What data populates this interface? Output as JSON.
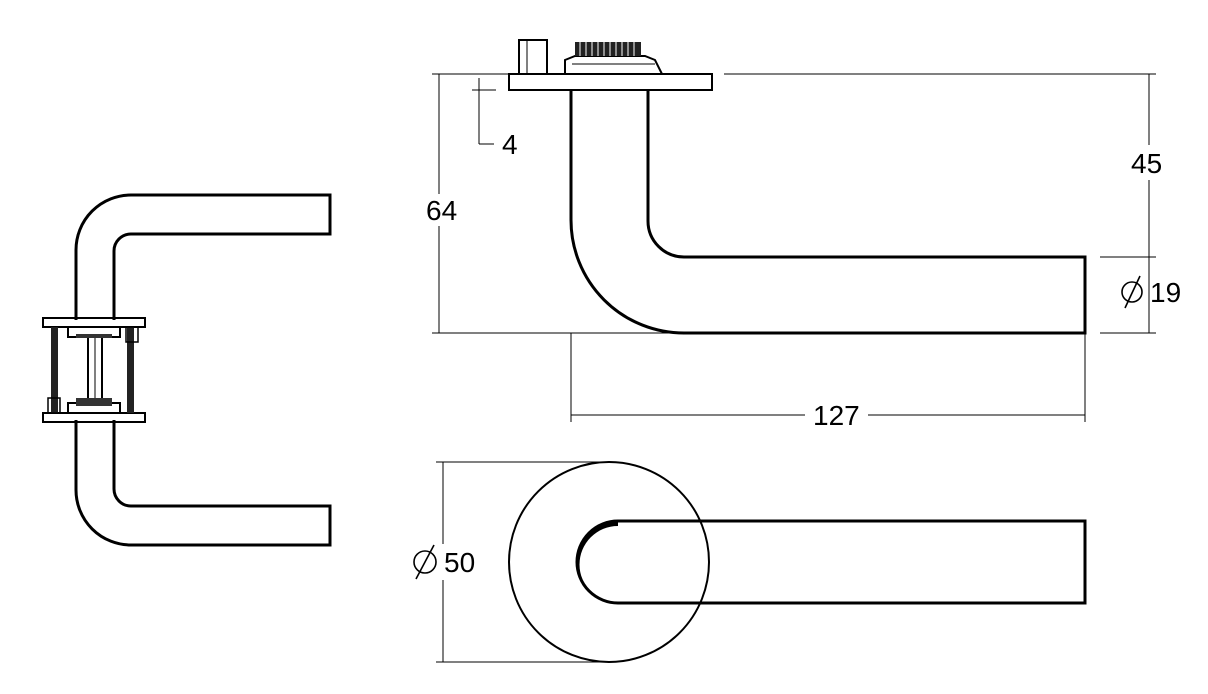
{
  "dimensions": {
    "rose_thickness": "4",
    "total_height": "64",
    "lever_height": "45",
    "lever_diameter": "19",
    "lever_length": "127",
    "rose_diameter": "50"
  },
  "symbols": {
    "diameter": "∅"
  },
  "colors": {
    "line": "#000000",
    "background": "#ffffff"
  }
}
